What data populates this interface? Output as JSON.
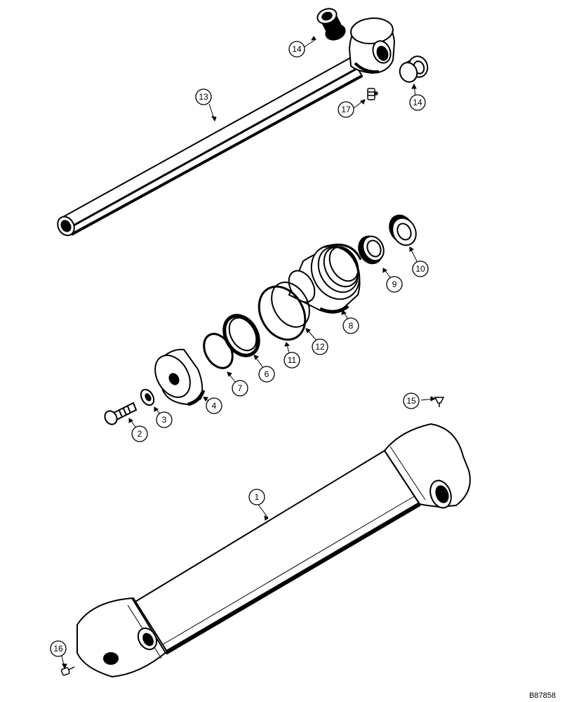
{
  "figure": {
    "reference_code": "B87858",
    "callouts": [
      {
        "id": "c1",
        "label": "1"
      },
      {
        "id": "c2",
        "label": "2"
      },
      {
        "id": "c3",
        "label": "3"
      },
      {
        "id": "c4",
        "label": "4"
      },
      {
        "id": "c6",
        "label": "6"
      },
      {
        "id": "c7",
        "label": "7"
      },
      {
        "id": "c8",
        "label": "8"
      },
      {
        "id": "c9",
        "label": "9"
      },
      {
        "id": "c10",
        "label": "10"
      },
      {
        "id": "c11",
        "label": "11"
      },
      {
        "id": "c12",
        "label": "12"
      },
      {
        "id": "c13",
        "label": "13"
      },
      {
        "id": "c14a",
        "label": "14"
      },
      {
        "id": "c14b",
        "label": "14"
      },
      {
        "id": "c15",
        "label": "15"
      },
      {
        "id": "c16",
        "label": "16"
      },
      {
        "id": "c17",
        "label": "17"
      }
    ]
  }
}
